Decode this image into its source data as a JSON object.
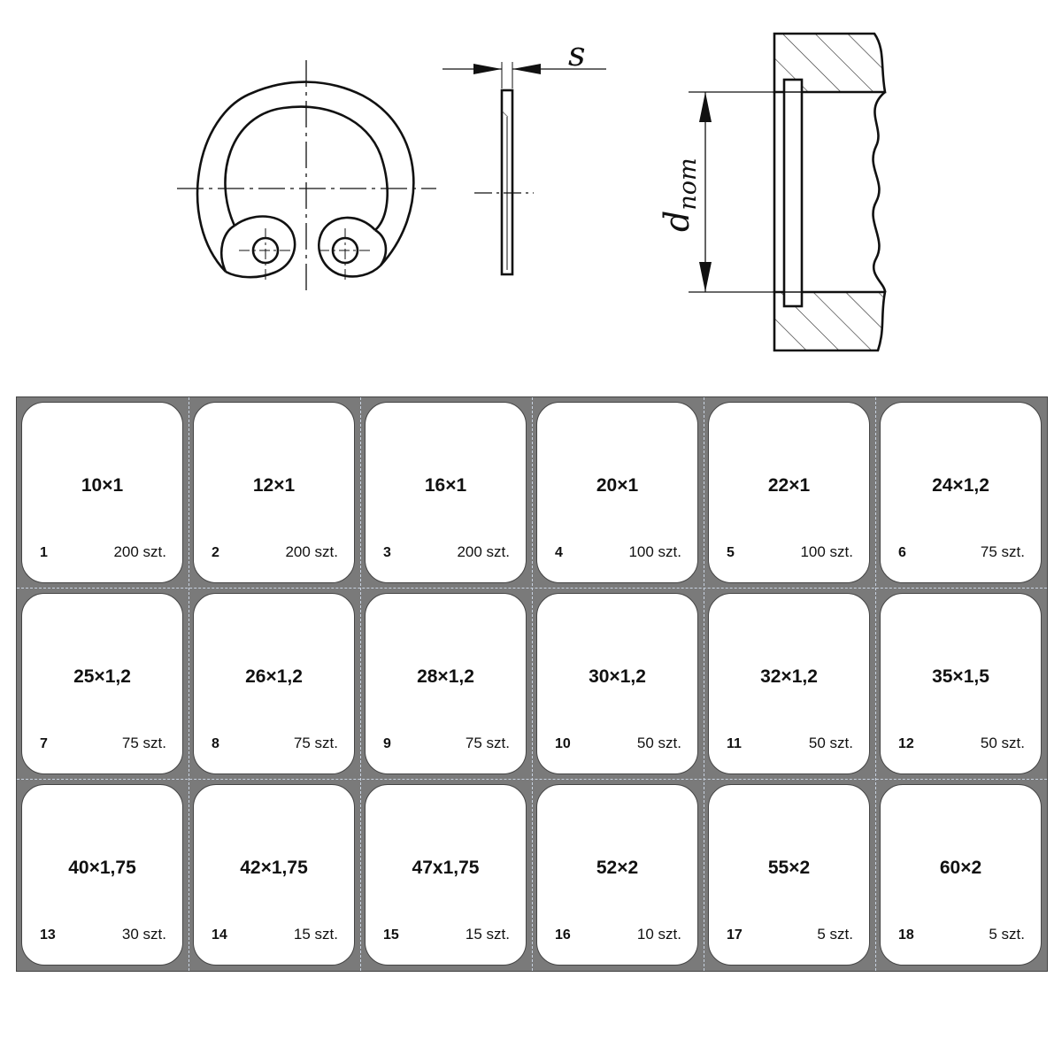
{
  "drawing": {
    "thickness_label": "s",
    "diameter_label_main": "d",
    "diameter_label_sub": "nom"
  },
  "tray": {
    "cells": [
      {
        "number": "1",
        "size": "10×1",
        "quantity": "200 szt."
      },
      {
        "number": "2",
        "size": "12×1",
        "quantity": "200 szt."
      },
      {
        "number": "3",
        "size": "16×1",
        "quantity": "200 szt."
      },
      {
        "number": "4",
        "size": "20×1",
        "quantity": "100 szt."
      },
      {
        "number": "5",
        "size": "22×1",
        "quantity": "100 szt."
      },
      {
        "number": "6",
        "size": "24×1,2",
        "quantity": "75 szt."
      },
      {
        "number": "7",
        "size": "25×1,2",
        "quantity": "75 szt."
      },
      {
        "number": "8",
        "size": "26×1,2",
        "quantity": "75 szt."
      },
      {
        "number": "9",
        "size": "28×1,2",
        "quantity": "75 szt."
      },
      {
        "number": "10",
        "size": "30×1,2",
        "quantity": "50 szt."
      },
      {
        "number": "11",
        "size": "32×1,2",
        "quantity": "50 szt."
      },
      {
        "number": "12",
        "size": "35×1,5",
        "quantity": "50 szt."
      },
      {
        "number": "13",
        "size": "40×1,75",
        "quantity": "30 szt."
      },
      {
        "number": "14",
        "size": "42×1,75",
        "quantity": "15 szt."
      },
      {
        "number": "15",
        "size": "47x1,75",
        "quantity": "15 szt."
      },
      {
        "number": "16",
        "size": "52×2",
        "quantity": "10 szt."
      },
      {
        "number": "17",
        "size": "55×2",
        "quantity": "5 szt."
      },
      {
        "number": "18",
        "size": "60×2",
        "quantity": "5 szt."
      }
    ]
  }
}
